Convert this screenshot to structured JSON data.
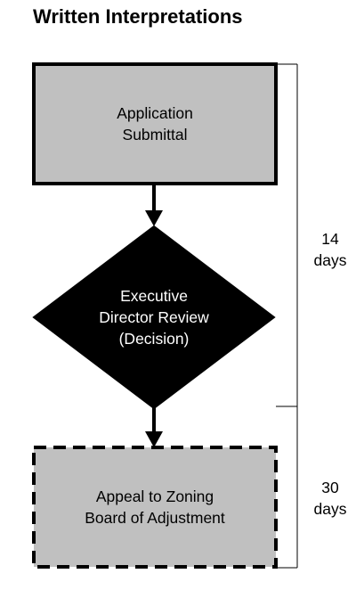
{
  "title": "Written Interpretations",
  "steps": {
    "application": [
      "Application",
      "Submittal"
    ],
    "review": [
      "Executive",
      "Director Review",
      "(Decision)"
    ],
    "appeal": [
      "Appeal to Zoning",
      "Board of Adjustment"
    ]
  },
  "durations": {
    "first": [
      "14",
      "days"
    ],
    "second": [
      "30",
      "days"
    ]
  },
  "colors": {
    "box_fill": "#c0c0c0",
    "diamond_fill": "#000000",
    "stroke": "#000000"
  }
}
